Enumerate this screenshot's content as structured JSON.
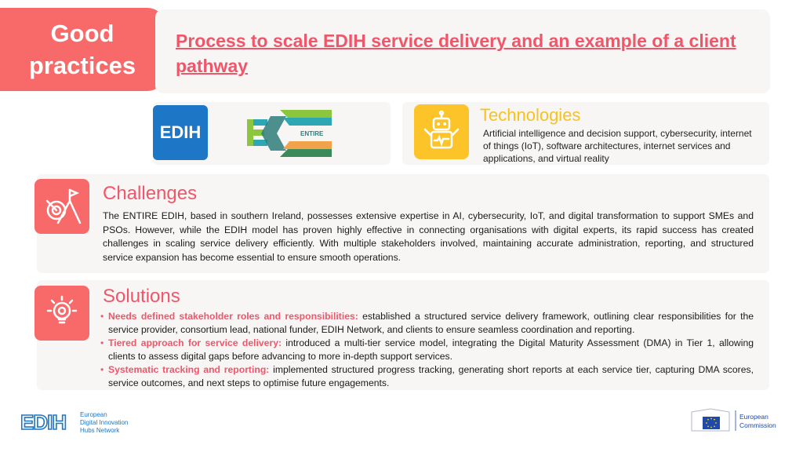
{
  "badge": {
    "line1": "Good",
    "line2": "practices"
  },
  "title": "Process to scale EDIH service delivery and an example of a client pathway",
  "logos": {
    "edih": "EDIH",
    "entire": "ENTIRE"
  },
  "technologies": {
    "title": "Technologies",
    "text": "Artificial intelligence and decision support, cybersecurity, internet of things (IoT), software architectures, internet services and applications, and virtual reality"
  },
  "challenges": {
    "title": "Challenges",
    "text": "The ENTIRE EDIH, based in southern Ireland, possesses extensive expertise in AI, cybersecurity, IoT, and digital transformation to support SMEs and PSOs. However, while the EDIH model has proven highly effective in connecting organisations with digital experts, its rapid success has created challenges in scaling service delivery efficiently. With multiple stakeholders involved, maintaining accurate administration, reporting, and structured service expansion has become essential to ensure smooth operations."
  },
  "solutions": {
    "title": "Solutions",
    "items": [
      {
        "highlight": "Needs defined stakeholder roles and responsibilities:",
        "text": " established a structured service delivery framework, outlining clear responsibilities for the service provider, consortium lead, national funder, EDIH Network, and clients to ensure seamless coordination and reporting."
      },
      {
        "highlight": "Tiered approach for service delivery:",
        "text": " introduced a multi-tier service model, integrating the Digital Maturity Assessment (DMA) in Tier 1, allowing clients to assess digital gaps before advancing to more in-depth support services."
      },
      {
        "highlight": "Systematic tracking and reporting:",
        "text": " implemented structured progress tracking, generating short reports at each service tier, capturing DMA scores, service outcomes, and next steps to optimise future engagements."
      }
    ]
  },
  "footer": {
    "edih_logo": "EDIH",
    "edih_network_lines": [
      "European",
      "Digital Innovation",
      "Hubs Network"
    ],
    "ec_lines": [
      "European",
      "Commission"
    ]
  },
  "colors": {
    "accent": "#f0566a",
    "badge": "#f86a6a",
    "tech": "#fcc428",
    "edih_blue": "#1d76c6"
  }
}
